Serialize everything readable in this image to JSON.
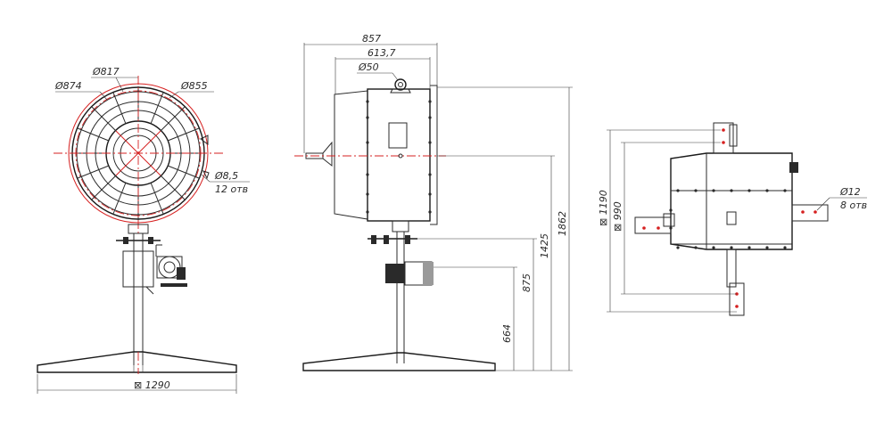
{
  "front_view": {
    "dia_874": "Ø874",
    "dia_817": "Ø817",
    "dia_855": "Ø855",
    "dia_8_5": "Ø8,5",
    "holes_12": "12 отв",
    "width_1290": "⊠ 1290"
  },
  "side_view": {
    "dim_857": "857",
    "dim_613_7": "613,7",
    "dia_50": "Ø50",
    "height_1862": "1862",
    "height_1425": "1425",
    "height_875": "875",
    "height_664": "664"
  },
  "top_view": {
    "dim_1190": "⊠ 1190",
    "dim_990": "⊠ 990",
    "dia_12": "Ø12",
    "holes_8": "8 отв"
  },
  "colors": {
    "outline": "#2b2b2b",
    "axis": "#d62020"
  }
}
